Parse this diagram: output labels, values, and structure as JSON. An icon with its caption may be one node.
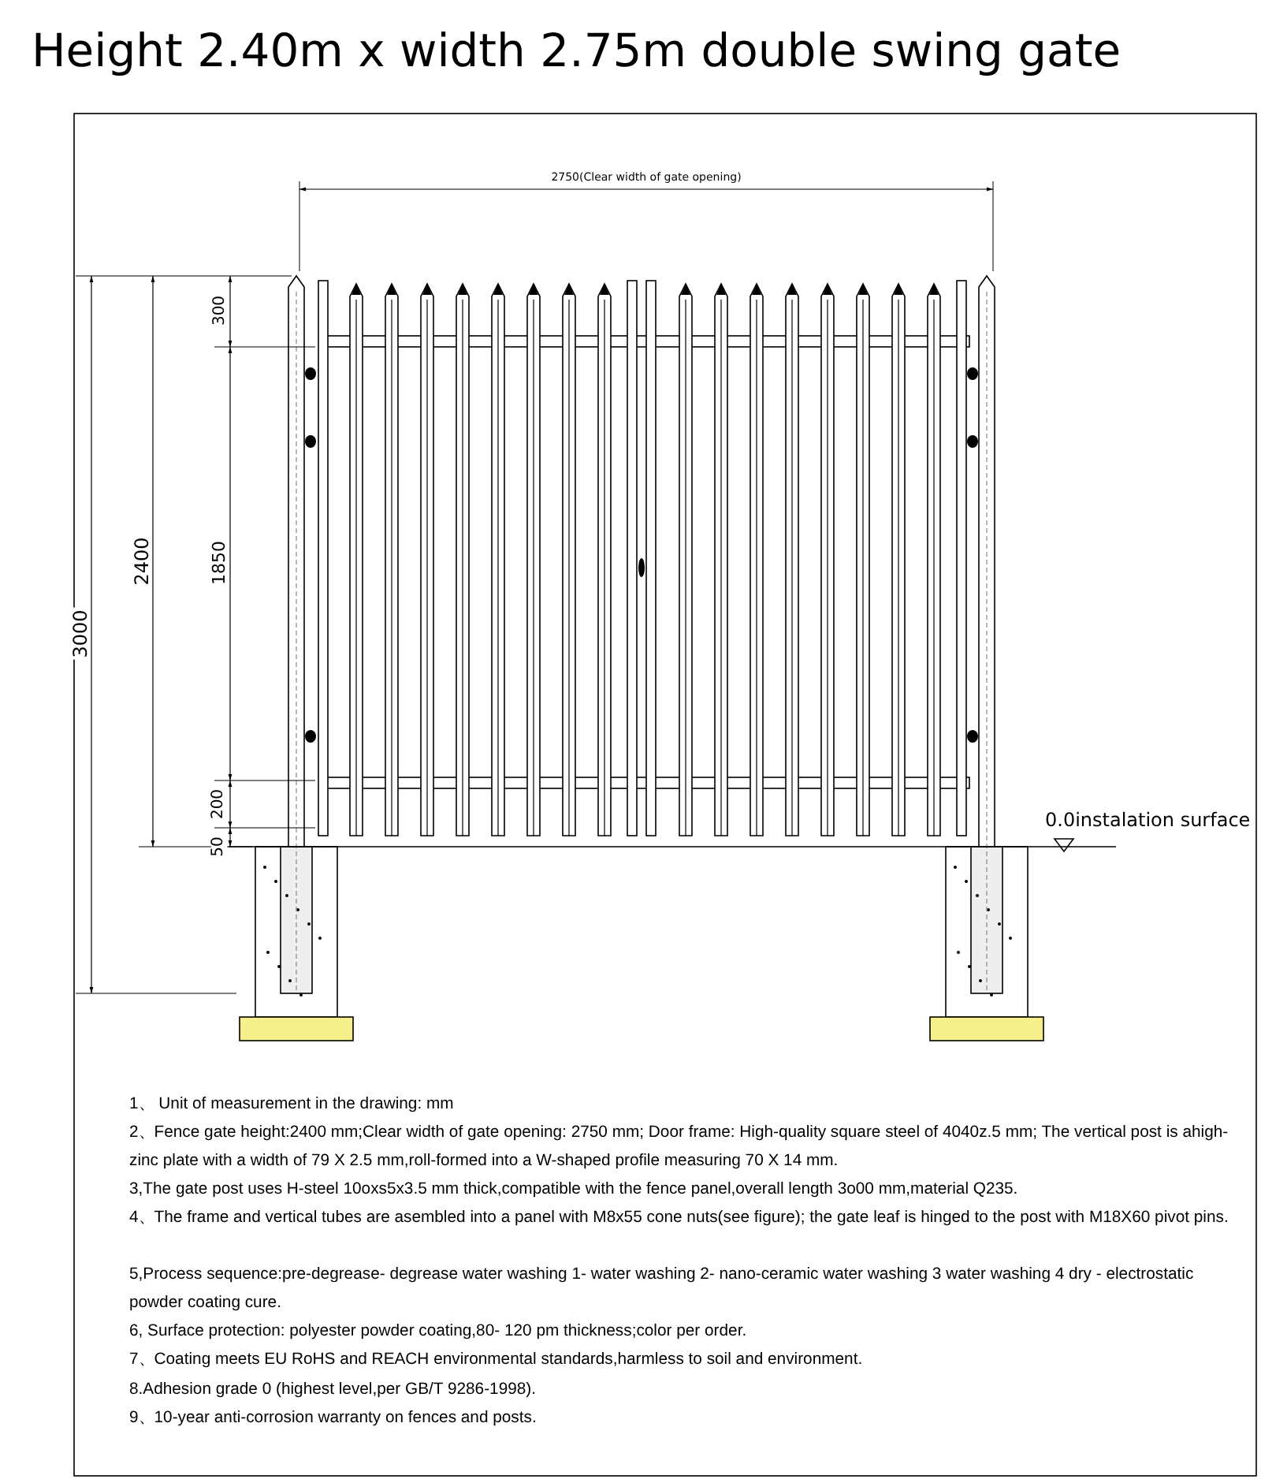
{
  "diagram": {
    "title": "Height 2.40m x width 2.75m double swing gate",
    "labels": [
      "2750(Clear width of gate opening)",
      "300",
      "2400",
      "3000",
      "1850",
      "200",
      "50",
      "0.0instalation surface",
      "1、 Unit of measurement in the drawing: mm",
      "2、Fence gate height:2400 mm;Clear width of gate opening: 2750 mm; Door frame: High-quality square steel of 4040z.5 mm; The vertical post is ahigh-zinc plate with a width of 79 X 2.5 mm,roll-formed into a W-shaped profile measuring 70 X 14 mm.",
      "3,The gate post uses H-steel 10oxs5x3.5 mm thick,compatible with the fence panel,overall length 3o00 mm,material Q235.",
      "4、The frame and vertical tubes are asembled into a panel with M8x55 cone nuts(see figure); the gate leaf is hinged to the post with M18X60 pivot pins.",
      "5,Process sequence:pre-degrease- degrease water washing 1- water washing 2- nano-ceramic water washing 3 water washing 4 dry - electrostatic powder coating cure.",
      "6, Surface protection: polyester powder coating,80- 120 pm thickness;color per order.",
      "7、Coating meets EU RoHS and REACH environmental standards,harmless to soil and environment.",
      "8.Adhesion grade 0 (highest level,per GB/T 9286-1998).",
      "9、10-year anti-corrosion warranty on fences and posts."
    ]
  }
}
